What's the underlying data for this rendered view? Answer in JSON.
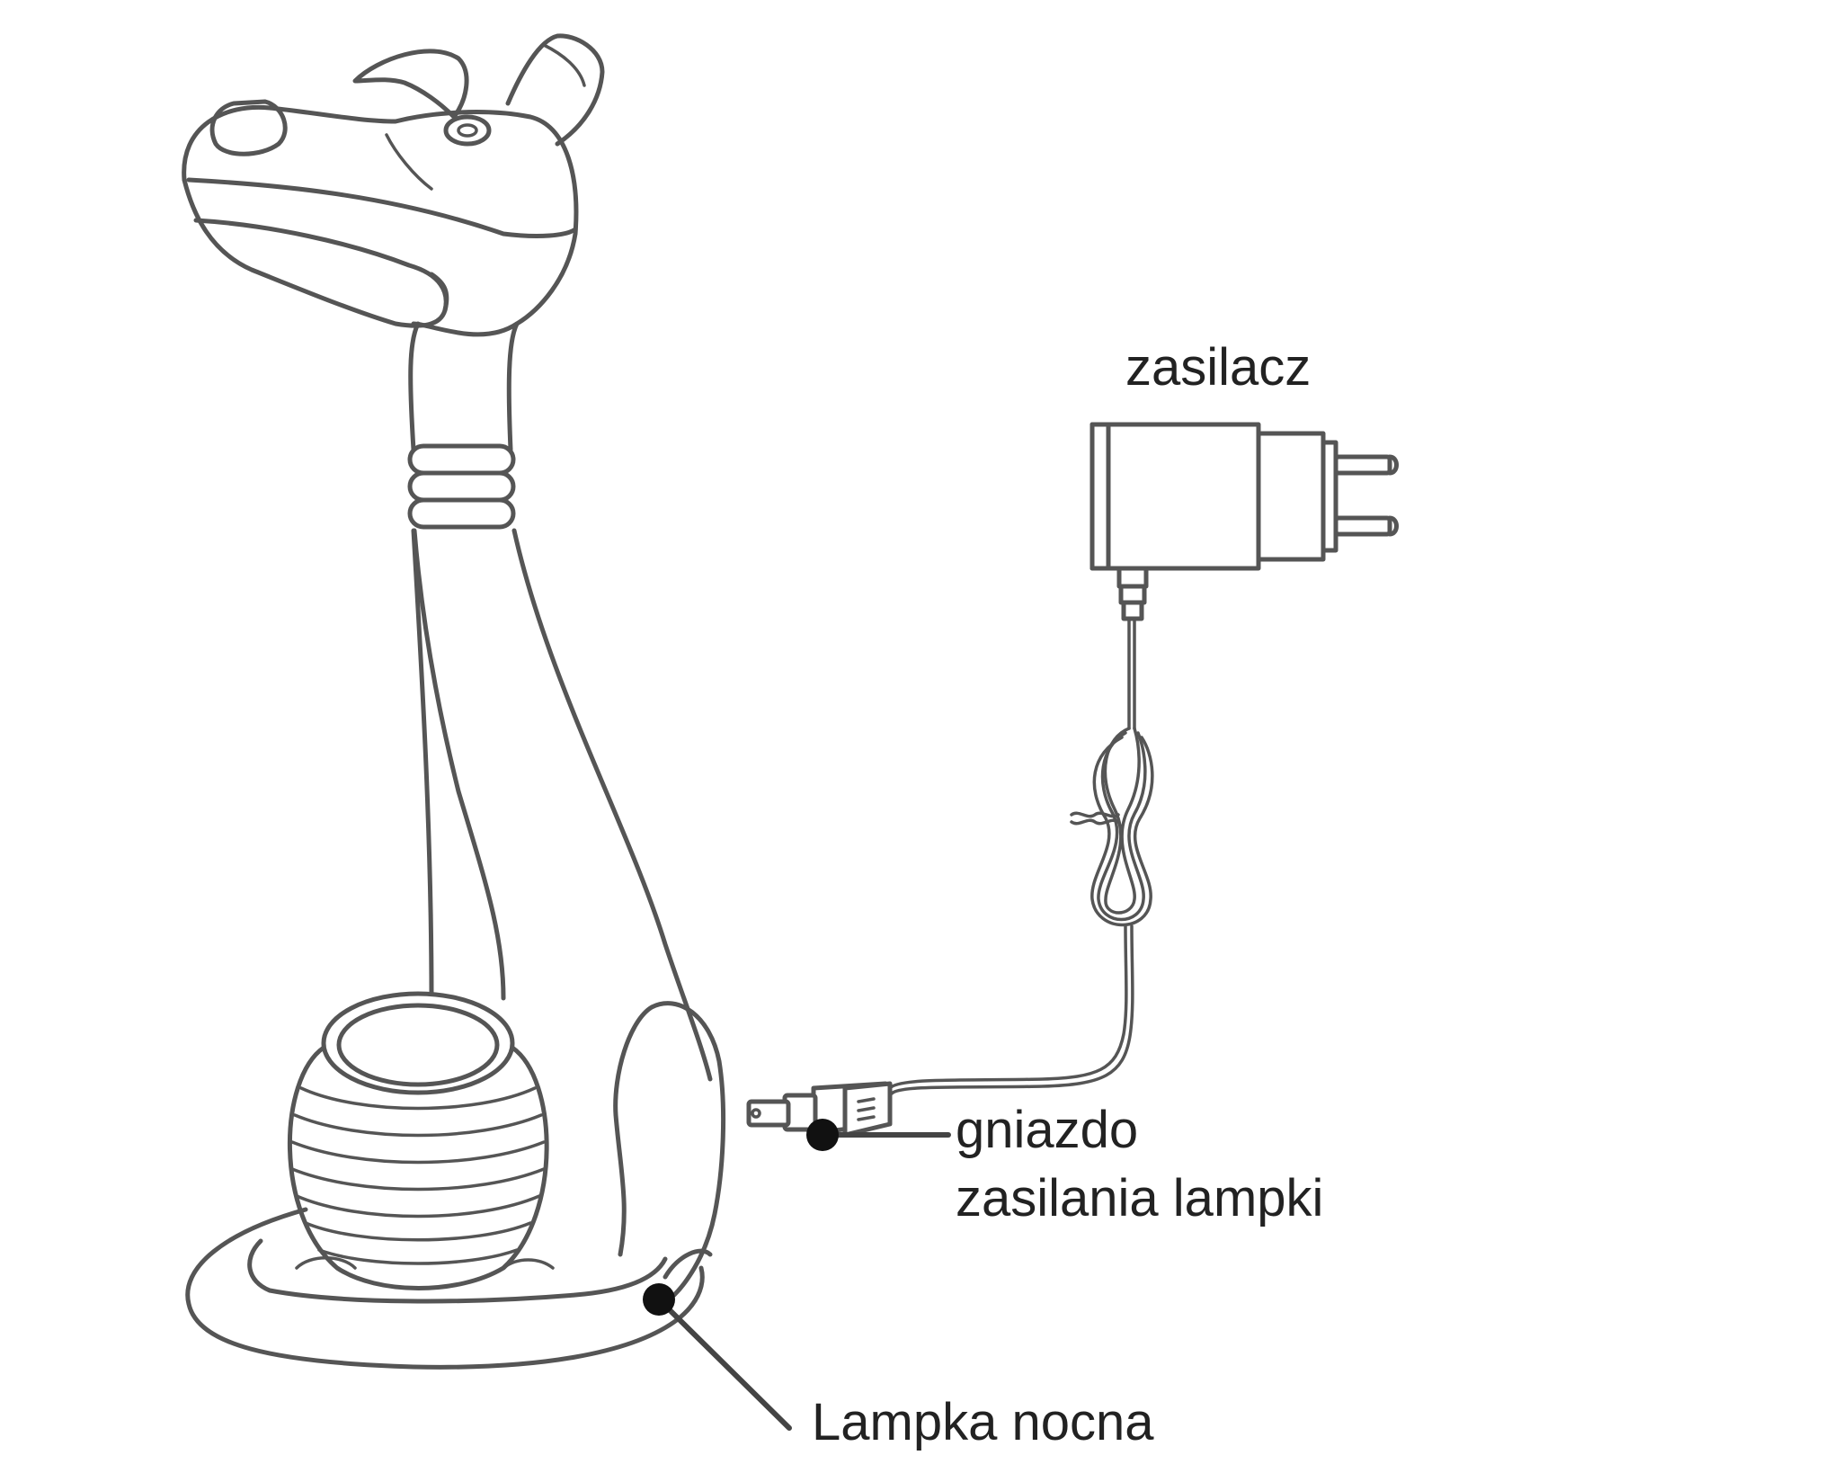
{
  "labels": {
    "adapter": "zasilacz",
    "socket_line1": "gniazdo",
    "socket_line2": "zasilania lampki",
    "night_lamp": "Lampka nocna"
  },
  "colors": {
    "line": "#555555",
    "marker": "#111111",
    "text": "#222222",
    "background": "#ffffff"
  }
}
